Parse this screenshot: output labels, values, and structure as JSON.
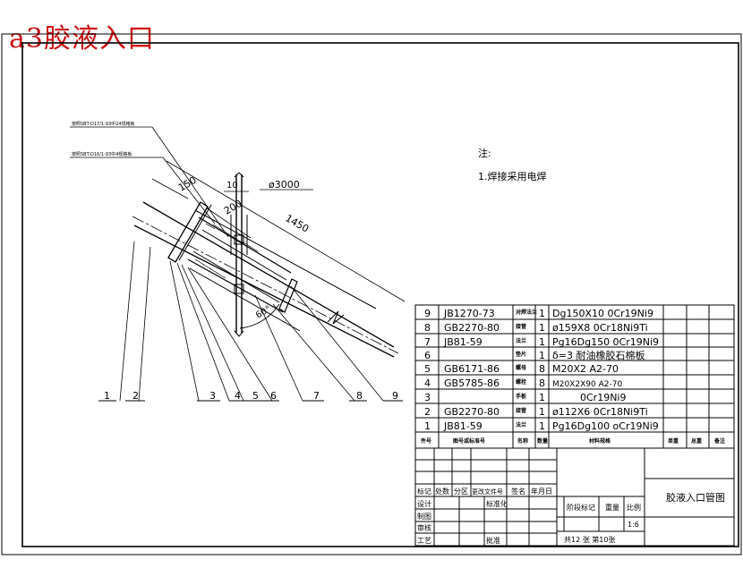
{
  "stamp_title": "a3胶液入口",
  "note": {
    "heading": "注:",
    "item": "1.焊接采用电焊"
  },
  "leaders": {
    "top": "按照SBT-D17/1-93中24规格板",
    "bottom": "按照SBT-D16/1-93中4规格板"
  },
  "dimensions": {
    "d150": "150",
    "d10": "10",
    "d3000": "ø3000",
    "d200": "200",
    "d1450": "1450",
    "angle": "60°"
  },
  "callouts": [
    "1",
    "2",
    "3",
    "4",
    "5",
    "6",
    "7",
    "8",
    "9"
  ],
  "bom": {
    "rows": [
      {
        "no": "9",
        "code": "JB1270-73",
        "name": "对焊法兰",
        "qty": "1",
        "material": "Dg150X10 0Cr19Ni9"
      },
      {
        "no": "8",
        "code": "GB2270-80",
        "name": "接管",
        "qty": "1",
        "material": "ø159X8 0Cr18Ni9Ti"
      },
      {
        "no": "7",
        "code": "JB81-59",
        "name": "法兰",
        "qty": "1",
        "material": "Pg16Dg150 0Cr19Ni9"
      },
      {
        "no": "6",
        "code": "",
        "name": "垫片",
        "qty": "1",
        "material": "δ=3 耐油橡胶石棉板"
      },
      {
        "no": "5",
        "code": "GB6171-86",
        "name": "螺母",
        "qty": "8",
        "material": "M20X2 A2-70"
      },
      {
        "no": "4",
        "code": "GB5785-86",
        "name": "螺栓",
        "qty": "8",
        "material": "M20X2X90 A2-70"
      },
      {
        "no": "3",
        "code": "",
        "name": "手板",
        "qty": "1",
        "material": "0Cr19Ni9"
      },
      {
        "no": "2",
        "code": "GB2270-80",
        "name": "接管",
        "qty": "1",
        "material": "ø112X6 0Cr18Ni9Ti"
      },
      {
        "no": "1",
        "code": "JB81-59",
        "name": "法兰",
        "qty": "1",
        "material": "Pg16Dg100 oCr19Ni9"
      }
    ],
    "header": {
      "no": "件号",
      "code": "图号或标准号",
      "name": "名称",
      "qty": "数量",
      "material": "材料规格",
      "unit_weight": "单重",
      "total_weight": "总重",
      "remark": "备注"
    }
  },
  "titleblock": {
    "rev_headers": [
      "标记",
      "处数",
      "分区",
      "更改文件号",
      "签名",
      "年月日"
    ],
    "roles": [
      "设计",
      "制图",
      "审核",
      "工艺"
    ],
    "standardize": "标准化",
    "approve": "批准",
    "stage": "阶段标记",
    "weight": "重量",
    "scale_label": "比例",
    "scale": "1:6",
    "sheets": "共12 张 第10张",
    "drawing_name": "胶液入口管图"
  }
}
